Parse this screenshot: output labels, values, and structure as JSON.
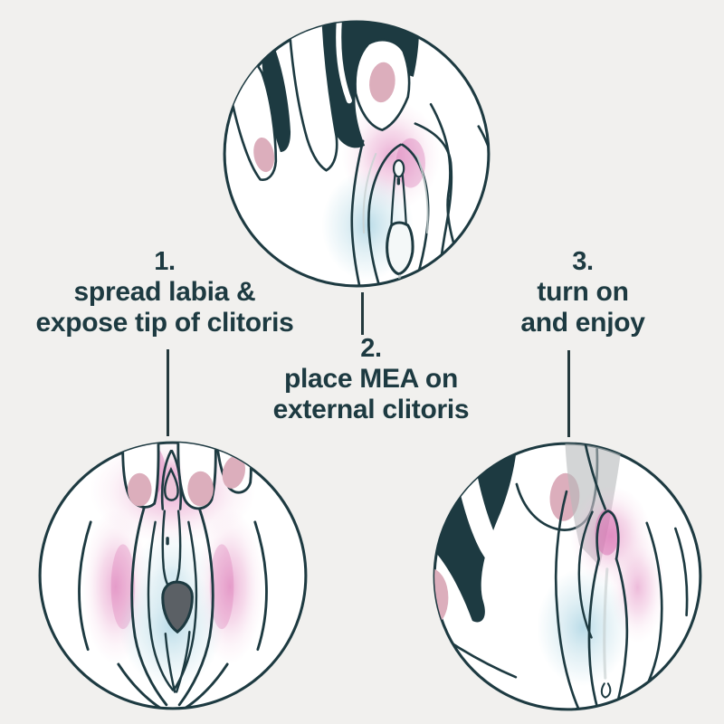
{
  "title_implicit": "",
  "steps": [
    {
      "number": "1.",
      "line1": "spread labia &",
      "line2": "expose tip of clitoris"
    },
    {
      "number": "2.",
      "line1": "place MEA on",
      "line2": "external clitoris"
    },
    {
      "number": "3.",
      "line1": "turn on",
      "line2": "and enjoy"
    }
  ],
  "illustrations": {
    "step1_icon": "vulva-frontal-view-two-fingers-spreading-icon",
    "step2_icon": "side-view-fingers-spreading-device-tip-placed-icon",
    "step3_icon": "side-view-device-on-clitoris-turned-on-icon"
  },
  "colors": {
    "background": "#f1f0ee",
    "ink": "#1d3a41",
    "circle_fill": "#ffffff",
    "pink_glow": "#e18ec2",
    "magenta": "#d668ae",
    "blue_glow": "#8fc6da",
    "nail_pink": "#dcaebc",
    "opening_gray": "#5b6065",
    "beam_gray": "#b5b9ba",
    "bulb_fill": "#f4f8f8",
    "glans_pink": "#eec6da"
  }
}
